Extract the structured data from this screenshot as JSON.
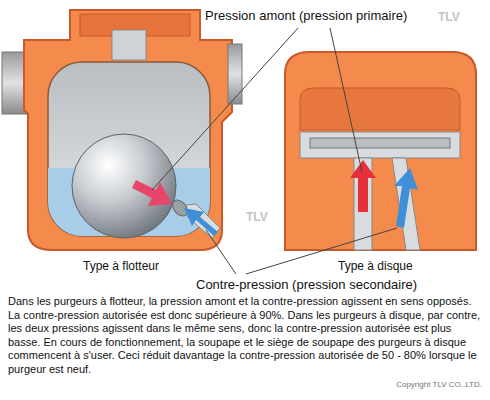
{
  "diagram": {
    "caption": "Dans les purgeurs à flotteur, la pression amont et la contre-pression agissent en sens opposés. La contre-pression autorisée est donc supérieure à 90%. Dans les purgeurs à disque, par contre, les deux pressions agissent dans le même sens, donc la contre-pression autorisée est plus basse. En cours de fonctionnement, la soupape et le siège de soupape des purgeurs à disque commencent à s'user. Ceci réduit davantage la contre-pression autorisée de 50 - 80% lorsque le purgeur est neuf.",
    "labels": [
      "Pression amont (pression primaire)",
      "Type à flotteur",
      "Contre-pression (pression secondaire)",
      "Type à disque",
      "Copyright TLV CO.,LTD.",
      "TLV",
      "TLV"
    ]
  }
}
